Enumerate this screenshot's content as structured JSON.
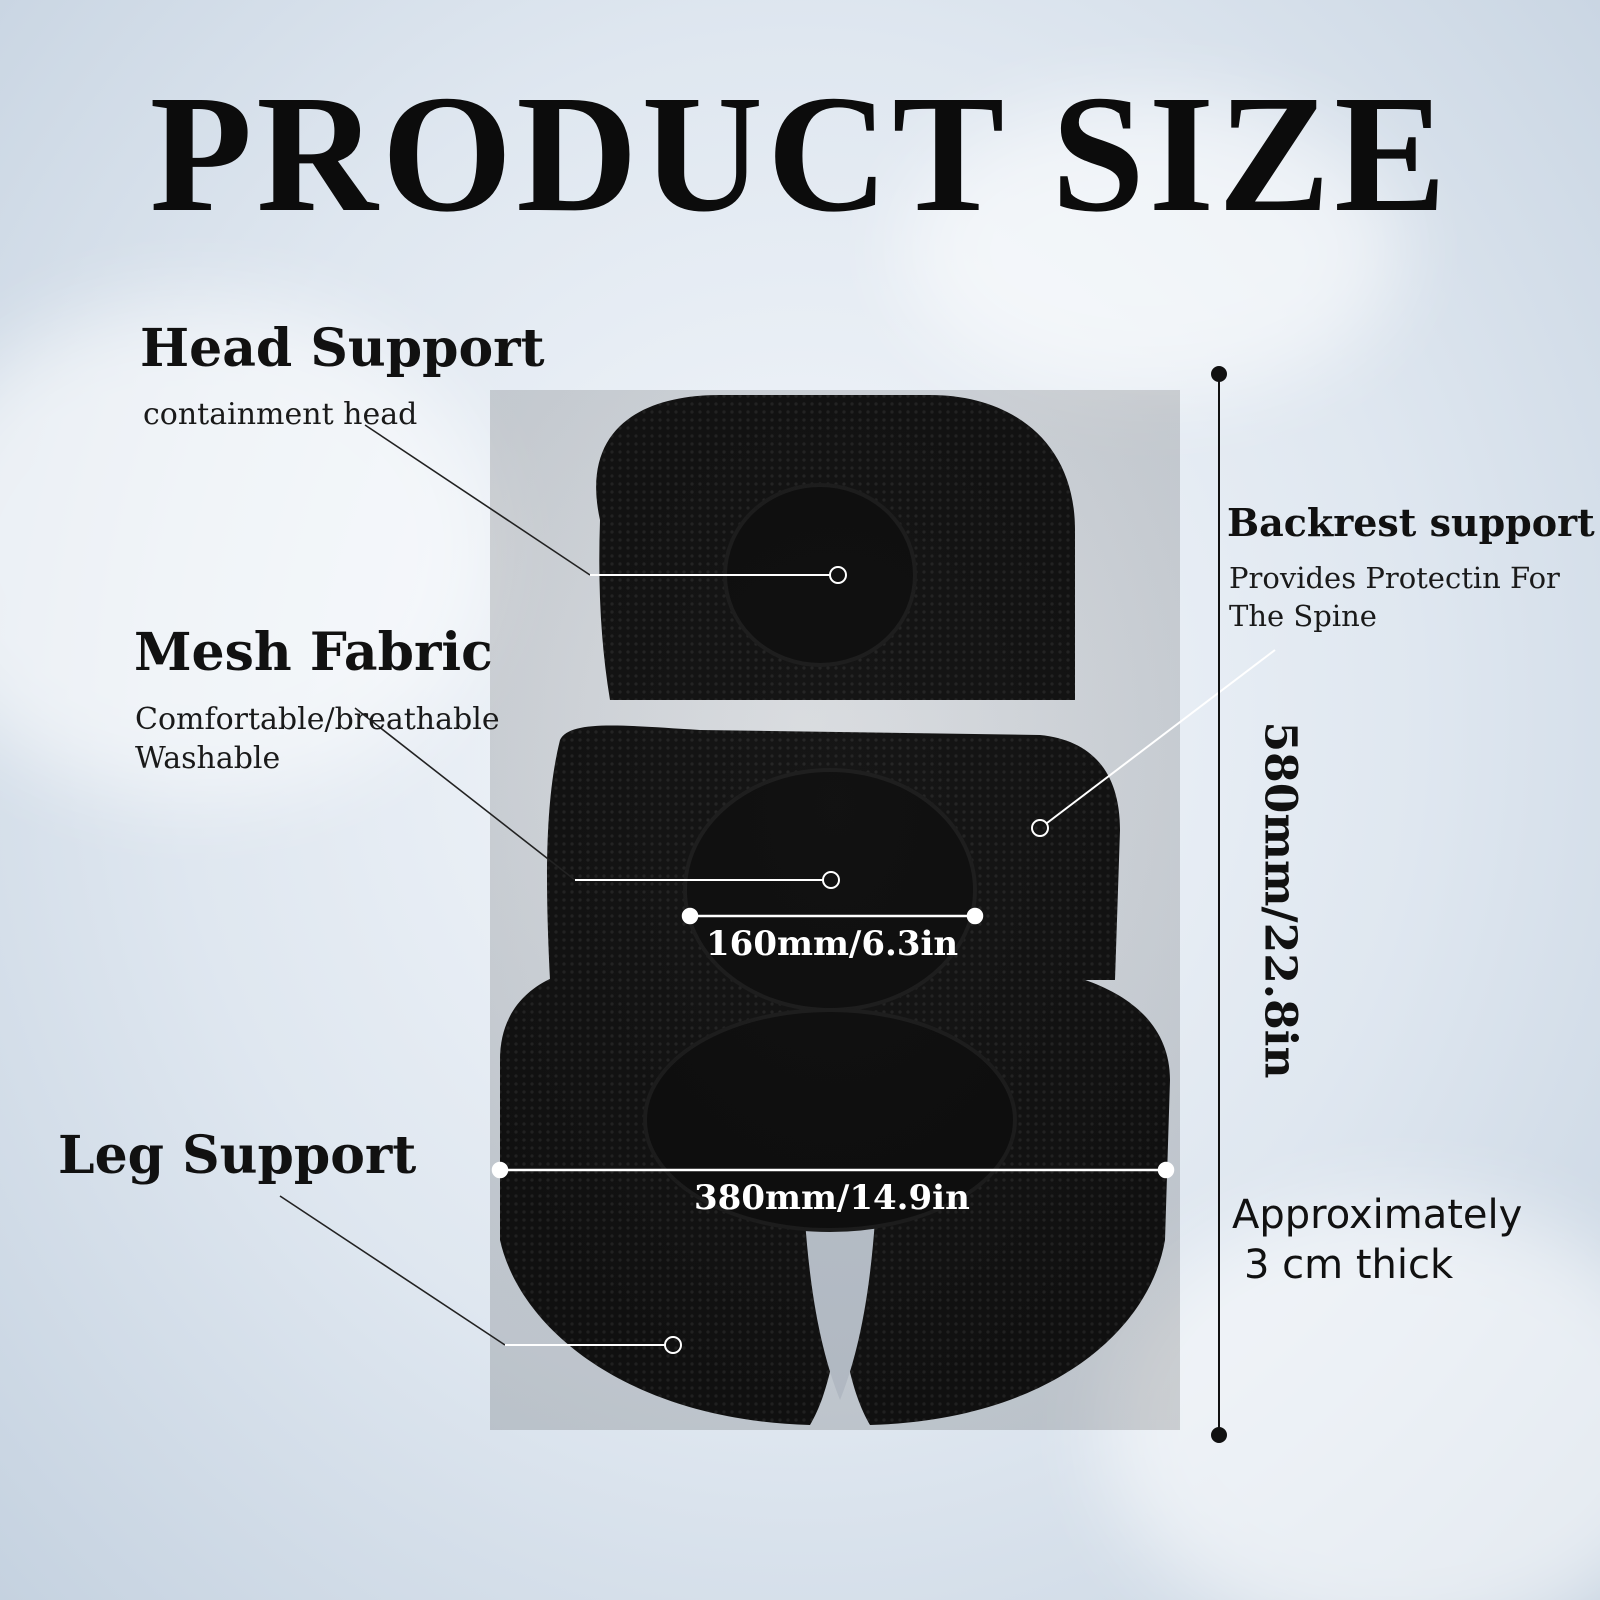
{
  "title": "PRODUCT SIZE",
  "callouts": {
    "head": {
      "title": "Head Support",
      "desc": "containment head"
    },
    "mesh": {
      "title": "Mesh Fabric",
      "desc_line1": "Comfortable/breathable",
      "desc_line2": "Washable"
    },
    "backrest": {
      "title": "Backrest support",
      "desc_line1": "Provides Protectin For",
      "desc_line2": "The Spine"
    },
    "leg": {
      "title": "Leg Support"
    }
  },
  "dimensions": {
    "inner_width": "160mm/6.3in",
    "total_width": "380mm/14.9in",
    "height": "580mm/22.8in",
    "thickness_line1": "Approximately",
    "thickness_line2": "3 cm thick"
  },
  "colors": {
    "cushion": "#111111",
    "background": "#dfe7f0",
    "lines": "#ffffff"
  }
}
